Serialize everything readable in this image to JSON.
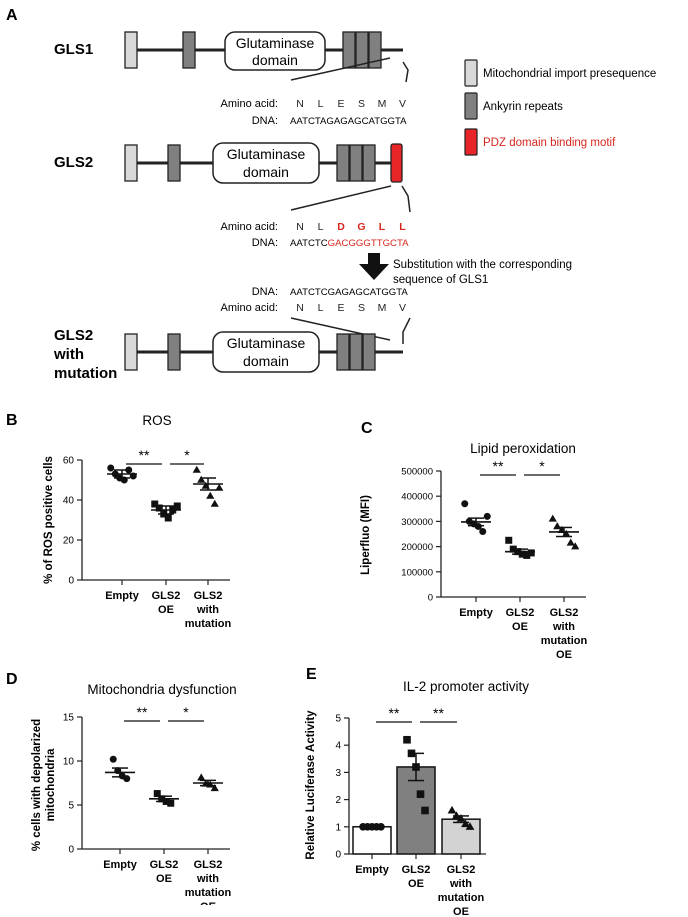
{
  "panel_letters": {
    "a": "A",
    "b": "B",
    "c": "C",
    "d": "D",
    "e": "E"
  },
  "panel_a": {
    "gls1_label": "GLS1",
    "gls2_label": "GLS2",
    "gls2_mut_label": [
      "GLS2",
      "with",
      "mutation"
    ],
    "domain_label": [
      "Glutaminase",
      "domain"
    ],
    "row_amino_label": "Amino acid:",
    "row_dna_label": "DNA:",
    "gls1_aa": [
      "N",
      "L",
      "E",
      "S",
      "M",
      "V"
    ],
    "gls1_dna": "AATCTAGAGAGCATGGTA",
    "gls2_aa": [
      "N",
      "L",
      "D",
      "G",
      "L",
      "L"
    ],
    "gls2_dna_black": "AATCTC",
    "gls2_dna_red": "GACGGGTTGCTA",
    "mut_dna": "AATCTCGAGAGCATGGTA",
    "mut_aa": [
      "N",
      "L",
      "E",
      "S",
      "M",
      "V"
    ],
    "arrow_text": [
      "Substitution with the corresponding",
      "sequence of GLS1"
    ],
    "legend": [
      {
        "label": "Mitochondrial import presequence",
        "color": "#d9d9d9",
        "text_color": "#222222"
      },
      {
        "label": "Ankyrin repeats",
        "color": "#808080",
        "text_color": "#222222"
      },
      {
        "label": "PDZ domain binding motif",
        "color": "#e8262a",
        "text_color": "#d7261e"
      }
    ],
    "red": "#d7261e"
  },
  "chart_data": [
    {
      "id": "B",
      "type": "scatter",
      "title": "ROS",
      "ylabel": "% of ROS positive cells",
      "ylim": [
        0,
        60
      ],
      "yticks": [
        "0",
        "20",
        "40",
        "60"
      ],
      "ytick_values": [
        0,
        20,
        40,
        60
      ],
      "categories": [
        [
          "Empty"
        ],
        [
          "GLS2",
          "OE"
        ],
        [
          "GLS2",
          "with",
          "mutation",
          "OE"
        ]
      ],
      "points": [
        [
          56,
          53,
          51,
          50,
          55,
          52
        ],
        [
          38,
          36,
          33,
          31,
          35,
          37
        ],
        [
          55,
          50,
          47,
          42,
          38,
          46
        ]
      ],
      "markers": [
        "circle",
        "square",
        "triangle"
      ],
      "means": [
        53,
        35,
        48
      ],
      "sem": [
        2,
        2,
        3
      ],
      "significance": [
        {
          "from": 0,
          "to": 1,
          "label": "**"
        },
        {
          "from": 1,
          "to": 2,
          "label": "*"
        }
      ]
    },
    {
      "id": "C",
      "type": "scatter",
      "title": "Lipid peroxidation",
      "ylabel": "Liperfluo (MFI)",
      "ylim": [
        0,
        500000
      ],
      "yticks": [
        "0",
        "100000",
        "200000",
        "300000",
        "400000",
        "500000"
      ],
      "ytick_values": [
        0,
        100000,
        200000,
        300000,
        400000,
        500000
      ],
      "categories": [
        [
          "Empty"
        ],
        [
          "GLS2",
          "OE"
        ],
        [
          "GLS2",
          "with",
          "mutation",
          "OE"
        ]
      ],
      "points": [
        [
          370000,
          300000,
          290000,
          280000,
          260000,
          320000
        ],
        [
          225000,
          190000,
          180000,
          170000,
          165000,
          175000
        ],
        [
          310000,
          280000,
          265000,
          250000,
          215000,
          200000
        ]
      ],
      "markers": [
        "circle",
        "square",
        "triangle"
      ],
      "means": [
        298000,
        180000,
        258000
      ],
      "sem": [
        15000,
        10000,
        18000
      ],
      "significance": [
        {
          "from": 0,
          "to": 1,
          "label": "**"
        },
        {
          "from": 1,
          "to": 2,
          "label": "*"
        }
      ]
    },
    {
      "id": "D",
      "type": "scatter",
      "title": "Mitochondria dysfunction",
      "ylabel": [
        "% cells with depolarized",
        "mitochondria"
      ],
      "ylim": [
        0,
        15
      ],
      "yticks": [
        "0",
        "5",
        "10",
        "15"
      ],
      "ytick_values": [
        0,
        5,
        10,
        15
      ],
      "categories": [
        [
          "Empty"
        ],
        [
          "GLS2",
          "OE"
        ],
        [
          "GLS2",
          "with",
          "mutation",
          "OE"
        ]
      ],
      "points": [
        [
          10.2,
          8.9,
          8.3,
          8.0
        ],
        [
          6.3,
          5.7,
          5.4,
          5.2
        ],
        [
          8.1,
          7.4,
          7.3,
          6.9
        ]
      ],
      "markers": [
        "circle",
        "square",
        "triangle"
      ],
      "means": [
        8.7,
        5.7,
        7.5
      ],
      "sem": [
        0.5,
        0.3,
        0.3
      ],
      "significance": [
        {
          "from": 0,
          "to": 1,
          "label": "**"
        },
        {
          "from": 1,
          "to": 2,
          "label": "*"
        }
      ]
    },
    {
      "id": "E",
      "type": "bar",
      "title": "IL-2 promoter activity",
      "ylabel": "Relative Luciferase Activity",
      "ylim": [
        0,
        5
      ],
      "yticks": [
        "0",
        "1",
        "2",
        "3",
        "4",
        "5"
      ],
      "ytick_values": [
        0,
        1,
        2,
        3,
        4,
        5
      ],
      "categories": [
        [
          "Empty"
        ],
        [
          "GLS2",
          "OE"
        ],
        [
          "GLS2",
          "with",
          "mutation",
          "OE"
        ]
      ],
      "values": [
        1.0,
        3.2,
        1.28
      ],
      "bar_colors": [
        "#ffffff",
        "#808080",
        "#d3d3d3"
      ],
      "points": [
        [
          1.0,
          1.0,
          1.0,
          1.0,
          1.0
        ],
        [
          4.2,
          3.7,
          3.2,
          2.2,
          1.6
        ],
        [
          1.6,
          1.4,
          1.3,
          1.1,
          1.0
        ]
      ],
      "markers": [
        "circle",
        "square",
        "triangle"
      ],
      "sem": [
        0.02,
        0.5,
        0.12
      ],
      "significance": [
        {
          "from": 0,
          "to": 1,
          "label": "**"
        },
        {
          "from": 1,
          "to": 2,
          "label": "**"
        }
      ]
    }
  ]
}
